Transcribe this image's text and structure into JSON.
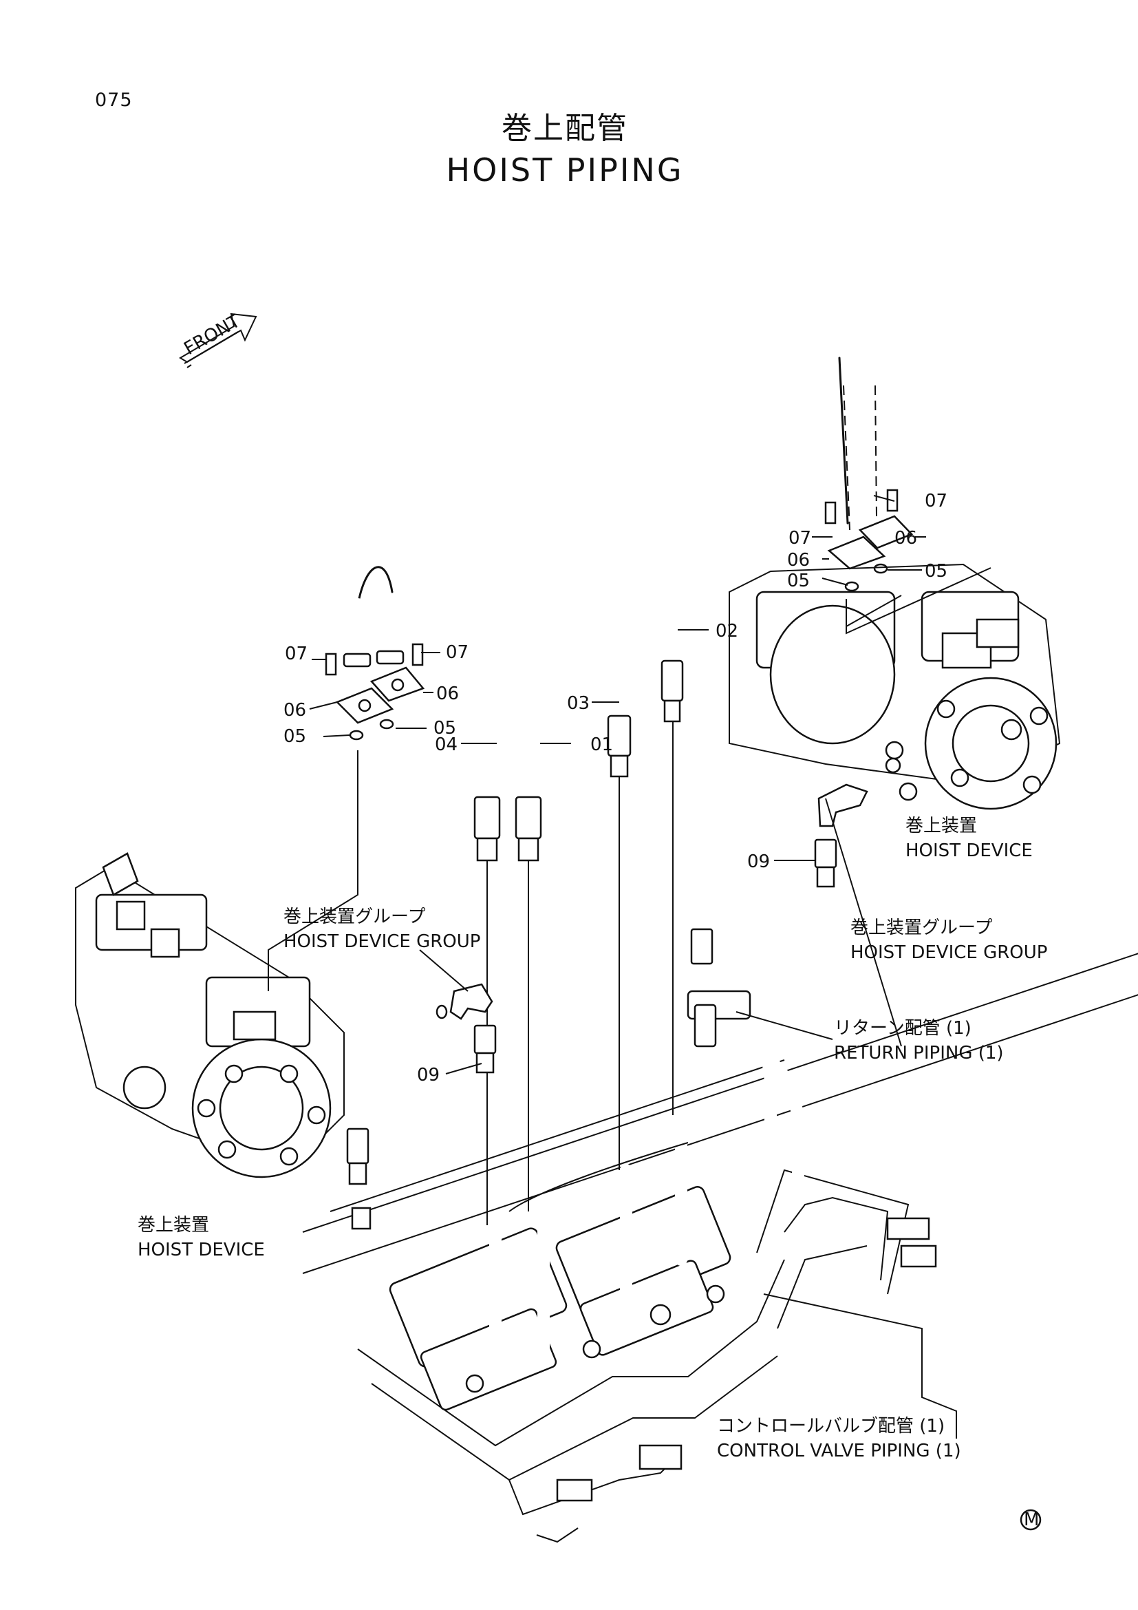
{
  "page_number": "075",
  "title": {
    "jp": "巻上配管",
    "en": "HOIST PIPING"
  },
  "front_indicator": "FRONT",
  "part_numbers": {
    "p01": "01",
    "p02": "02",
    "p03": "03",
    "p04": "04",
    "p05": "05",
    "p06": "06",
    "p07": "07",
    "p09": "09"
  },
  "callouts": {
    "hoist_device_right": {
      "jp": "巻上装置",
      "en": "HOIST DEVICE"
    },
    "hoist_device_left": {
      "jp": "巻上装置",
      "en": "HOIST DEVICE"
    },
    "hoist_device_group_left": {
      "jp": "巻上装置グループ",
      "en": "HOIST DEVICE GROUP"
    },
    "hoist_device_group_right": {
      "jp": "巻上装置グループ",
      "en": "HOIST DEVICE GROUP"
    },
    "return_piping": {
      "jp": "リターン配管 (1)",
      "en": "RETURN PIPING (1)"
    },
    "control_valve_piping": {
      "jp": "コントロールバルブ配管 (1)",
      "en": "CONTROL VALVE PIPING (1)"
    }
  },
  "footer_mark": "M"
}
